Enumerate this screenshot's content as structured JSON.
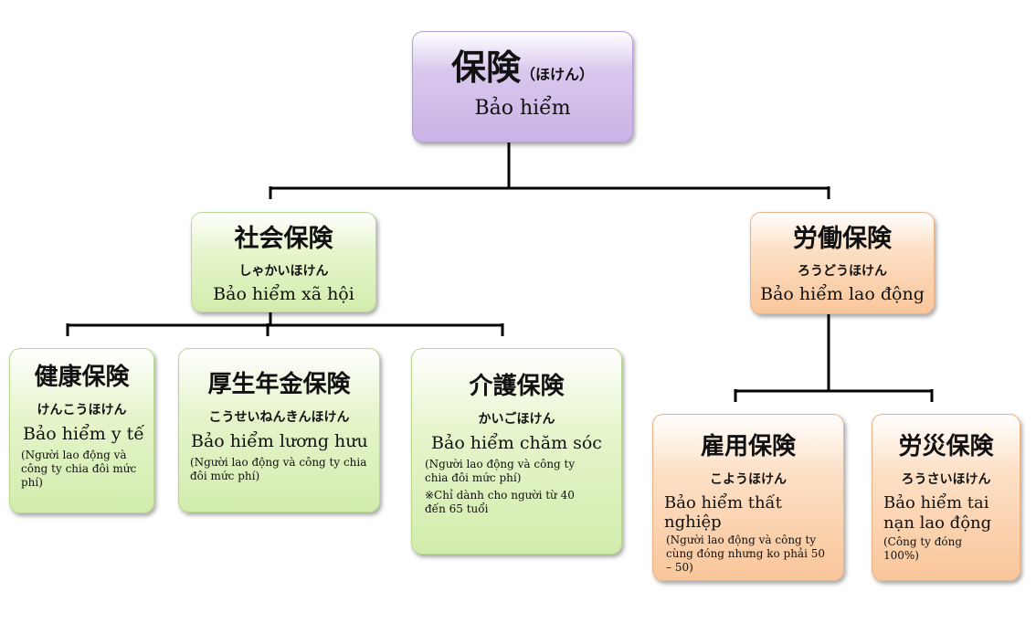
{
  "root": {
    "kanji": "保険",
    "kana": "（ほけん）",
    "vi": "Bảo hiểm"
  },
  "social": {
    "kanji": "社会保険",
    "kana": "しゃかいほけん",
    "vi": "Bảo hiểm xã hội"
  },
  "labor": {
    "kanji": "労働保険",
    "kana": "ろうどうほけん",
    "vi": "Bảo hiểm lao động"
  },
  "health": {
    "kanji": "健康保険",
    "kana": "けんこうほけん",
    "vi": "Bảo hiểm y tế",
    "note": "(Người lao động và công ty chia đôi mức phí)"
  },
  "pension": {
    "kanji": "厚生年金保険",
    "kana": "こうせいねんきんほけん",
    "vi": "Bảo hiểm lương hưu",
    "note": "(Người lao động và công ty chia đôi mức phí)"
  },
  "care": {
    "kanji": "介護保険",
    "kana": "かいごほけん",
    "vi": "Bảo hiểm chăm sóc",
    "note": "(Người lao động và công ty chia đôi mức phí)",
    "note2": "※Chỉ dành cho người từ 40 đến 65 tuổi"
  },
  "employment": {
    "kanji": "雇用保険",
    "kana": "こようほけん",
    "vi": "Bảo hiểm thất nghiệp",
    "note": "(Người lao động và công ty cùng đóng nhưng ko phải 50 – 50)"
  },
  "accident": {
    "kanji": "労災保険",
    "kana": "ろうさいほけん",
    "vi": "Bảo hiểm tai nạn lao động",
    "note": "(Công ty đóng 100%)"
  },
  "colors": {
    "root": "#c9b2e6",
    "social_branch": "#d2ecac",
    "labor_branch": "#f9c69a",
    "connector": "#000000"
  }
}
